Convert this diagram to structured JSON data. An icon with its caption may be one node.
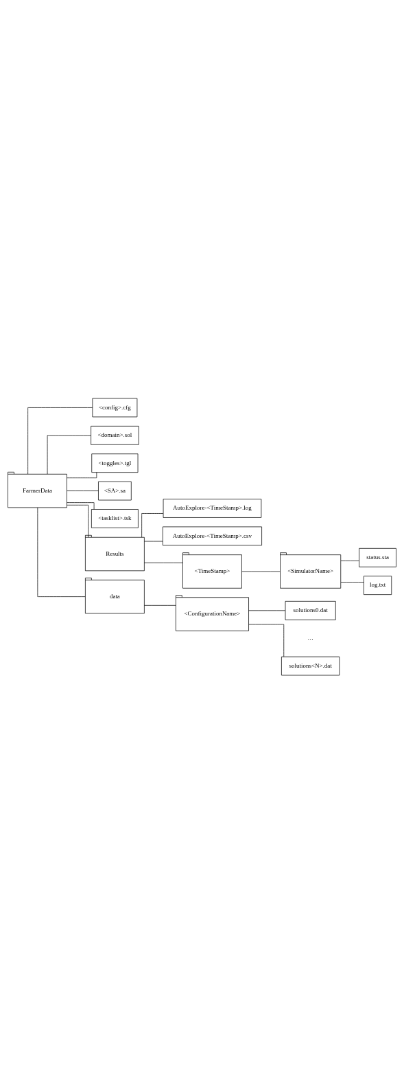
{
  "diagram": {
    "nodes": [
      {
        "text": [
          "FarmerData"
        ]
      },
      {
        "text": [
          "<config>.cfg"
        ]
      },
      {
        "text": [
          "<domain>.sol"
        ]
      },
      {
        "text": [
          "<toggles>.tgl"
        ]
      },
      {
        "text": [
          "<SA>.sa"
        ]
      },
      {
        "text": [
          "<tasklist>.tsk"
        ]
      },
      {
        "text": [
          "Results"
        ]
      },
      {
        "text": [
          "AutoExplore-<TimeStamp>.log"
        ]
      },
      {
        "text": [
          "AutoExplore-<TimeStamp>.csv"
        ]
      },
      {
        "text": [
          "<TimeStamp>"
        ]
      },
      {
        "text": [
          "<SimulatorName>"
        ]
      },
      {
        "text": [
          "status.sta"
        ]
      },
      {
        "text": [
          "log.txt"
        ]
      },
      {
        "text": [
          "data"
        ]
      },
      {
        "text": [
          "<ConfigurationName>"
        ]
      },
      {
        "text": [
          "solutions0.dat"
        ]
      },
      {
        "text": [
          "solutions<N>.dat"
        ]
      }
    ],
    "edges": [
      {
        "from": 0,
        "to": 1,
        "arrow": "none"
      },
      {
        "from": 0,
        "to": 2,
        "arrow": "none"
      },
      {
        "from": 0,
        "to": 3,
        "arrow": "none"
      },
      {
        "from": 0,
        "to": 4,
        "arrow": "none"
      },
      {
        "from": 0,
        "to": 5,
        "arrow": "none"
      },
      {
        "from": 0,
        "to": 6,
        "arrow": "none"
      },
      {
        "from": 6,
        "to": 7,
        "arrow": "none"
      },
      {
        "from": 6,
        "to": 8,
        "arrow": "none"
      },
      {
        "from": 6,
        "to": 9,
        "arrow": "none"
      },
      {
        "from": 9,
        "to": 10,
        "arrow": "none"
      },
      {
        "from": 10,
        "to": 11,
        "arrow": "none"
      },
      {
        "from": 10,
        "to": 12,
        "arrow": "none"
      },
      {
        "from": 0,
        "to": 13,
        "arrow": "none"
      },
      {
        "from": 13,
        "to": 14,
        "arrow": "none"
      },
      {
        "from": 14,
        "to": 15,
        "arrow": "none"
      },
      {
        "from": 14,
        "to": 16,
        "arrow": "none"
      }
    ],
    "labels": [
      "…"
    ]
  }
}
